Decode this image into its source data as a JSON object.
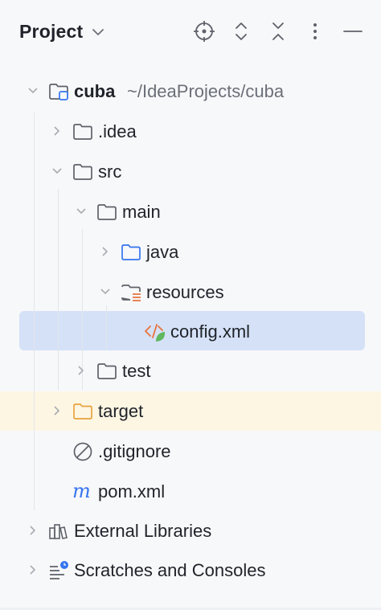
{
  "header": {
    "title": "Project",
    "icons": [
      "locate-icon",
      "expand-collapse-icon",
      "collapse-all-icon",
      "more-icon",
      "minimize-icon"
    ]
  },
  "tree": {
    "root": {
      "name": "cuba",
      "path": "~/IdeaProjects/cuba"
    },
    "idea": ".idea",
    "src": "src",
    "main": "main",
    "java": "java",
    "resources": "resources",
    "config": "config.xml",
    "test": "test",
    "target": "target",
    "gitignore": ".gitignore",
    "pom": "pom.xml",
    "external": "External Libraries",
    "scratches": "Scratches and Consoles"
  },
  "colors": {
    "background": "#f7f8fa",
    "selection": "#d5e1f7",
    "excluded_highlight": "#fdf6e3",
    "source_folder": "#3574f0",
    "excluded_folder": "#e8a33d",
    "maven": "#3574f0"
  }
}
